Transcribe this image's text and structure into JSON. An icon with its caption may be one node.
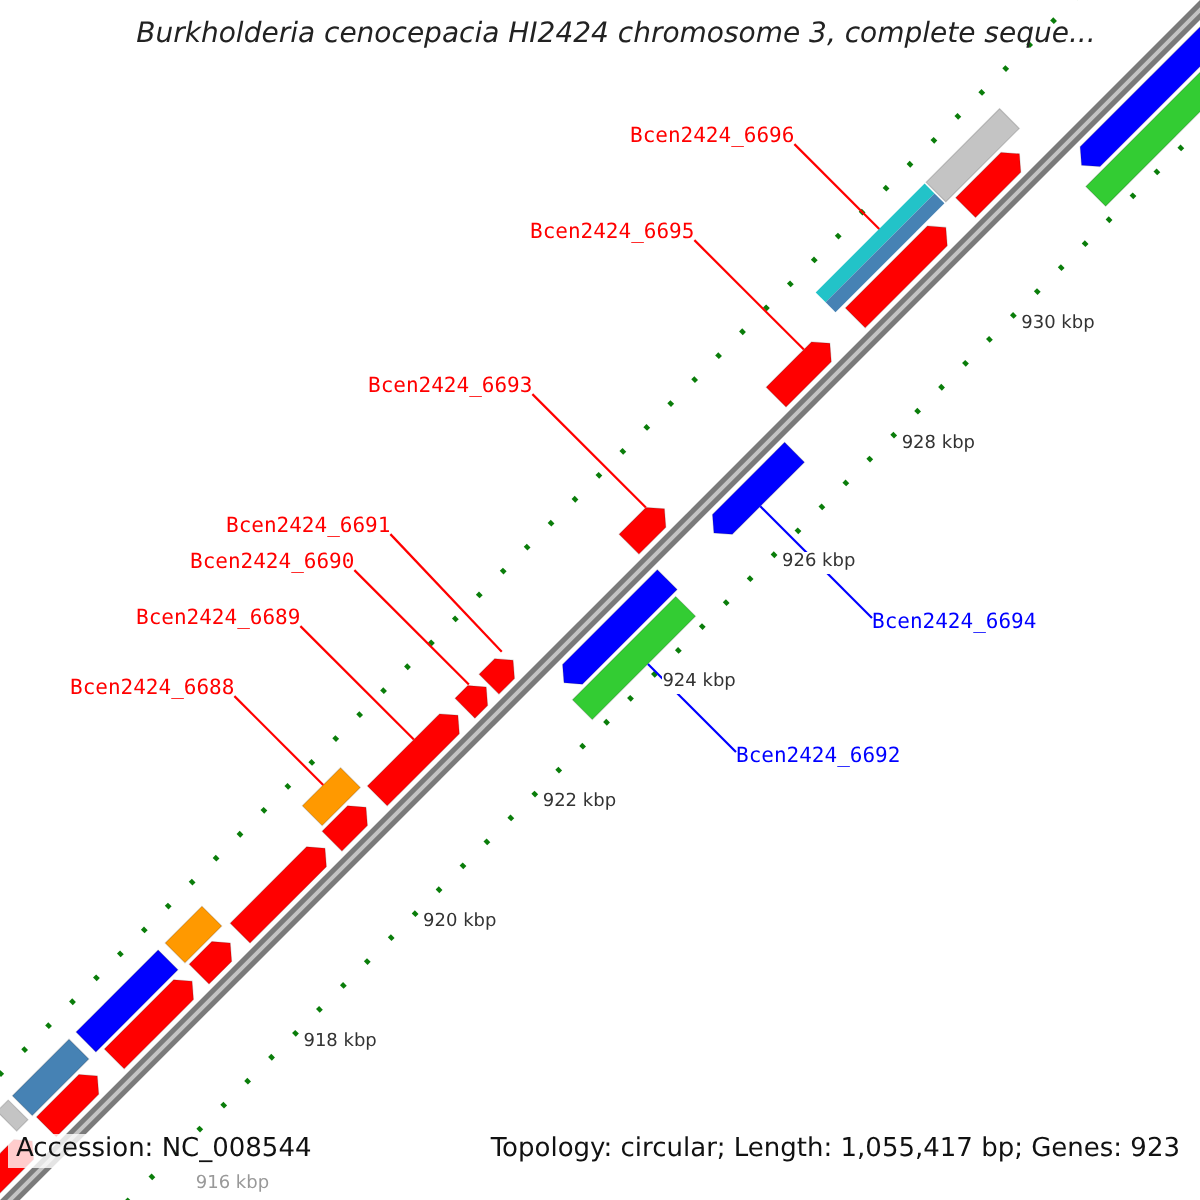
{
  "diagram": {
    "title": "Burkholderia cenocepacia HI2424 chromosome 3, complete seque...",
    "nodes": [
      {
        "text": [
          "Bcen2424_6696"
        ]
      },
      {
        "text": [
          "Bcen2424_6695"
        ]
      },
      {
        "text": [
          "Bcen2424_6693"
        ]
      },
      {
        "text": [
          "Bcen2424_6691"
        ]
      },
      {
        "text": [
          "Bcen2424_6690"
        ]
      },
      {
        "text": [
          "Bcen2424_6689"
        ]
      },
      {
        "text": [
          "Bcen2424_6688"
        ]
      },
      {
        "text": [
          "Bcen2424_6694"
        ]
      },
      {
        "text": [
          "Bcen2424_6692"
        ]
      },
      {
        "text": [],
        "shape": "arrow"
      },
      {
        "text": [],
        "shape": "bar"
      },
      {
        "text": [],
        "shape": "arrow"
      },
      {
        "text": [],
        "shape": "bar"
      },
      {
        "text": [],
        "shape": "bar"
      },
      {
        "text": [],
        "shape": "arrow"
      },
      {
        "text": [],
        "shape": "arrow"
      },
      {
        "text": [],
        "shape": "arrow"
      },
      {
        "text": [],
        "shape": "arrow"
      },
      {
        "text": [],
        "shape": "arrow"
      },
      {
        "text": [],
        "shape": "bar"
      },
      {
        "text": [],
        "shape": "arrow"
      },
      {
        "text": [],
        "shape": "arrow"
      },
      {
        "text": [],
        "shape": "arrow"
      },
      {
        "text": [],
        "shape": "bar"
      },
      {
        "text": [],
        "shape": "arrow"
      },
      {
        "text": [],
        "shape": "arrow"
      },
      {
        "text": [],
        "shape": "bar"
      },
      {
        "text": [],
        "shape": "arrow"
      },
      {
        "text": [],
        "shape": "bar"
      },
      {
        "text": [],
        "shape": "arrow"
      },
      {
        "text": [],
        "shape": "bar"
      },
      {
        "text": [],
        "shape": "arrow"
      },
      {
        "text": [],
        "shape": "bar"
      },
      {
        "text": [],
        "shape": "arrow"
      }
    ],
    "edges": [
      {
        "from": 0,
        "to": 13,
        "arrow": "none"
      },
      {
        "from": 1,
        "to": 15,
        "arrow": "none"
      },
      {
        "from": 2,
        "to": 17,
        "arrow": "none"
      },
      {
        "from": 3,
        "to": 20,
        "arrow": "none"
      },
      {
        "from": 4,
        "to": 21,
        "arrow": "none"
      },
      {
        "from": 5,
        "to": 22,
        "arrow": "none"
      },
      {
        "from": 6,
        "to": 23,
        "arrow": "none"
      },
      {
        "from": 7,
        "to": 16,
        "arrow": "none",
        "color": "#0000ff"
      },
      {
        "from": 8,
        "to": 19,
        "arrow": "none",
        "color": "#0000ff"
      }
    ],
    "labels": [
      "930 kbp",
      "928 kbp",
      "926 kbp",
      "924 kbp",
      "922 kbp",
      "920 kbp",
      "918 kbp",
      "916 kbp",
      "Accession: NC_008544",
      "Topology: circular; Length: 1,055,417 bp; Genes: 923"
    ]
  }
}
